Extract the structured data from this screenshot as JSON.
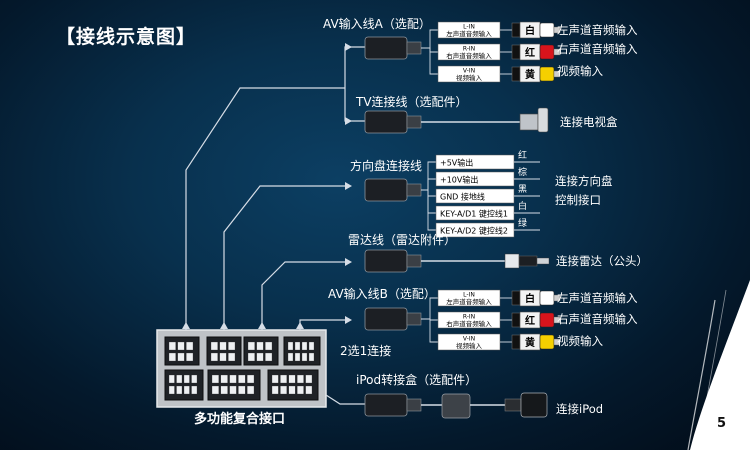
{
  "title": "【接线示意图】",
  "page_number": "5",
  "main_connector": {
    "label": "多功能复合接口"
  },
  "harness_labels": {
    "av_a": "AV输入线A（选配）",
    "tv": "TV连接线（选配件）",
    "steering": "方向盘连接线",
    "radar": "雷达线（雷达附件）",
    "av_b": "AV输入线B（选配）",
    "ipod": "iPod转接盒（选配件）",
    "choose": "2选1连接"
  },
  "av_a_plugs": [
    {
      "tag1": "L-IN",
      "tag2": "左声道音频输入",
      "color_name": "白",
      "color": "#ffffff",
      "dest": "左声道音频输入"
    },
    {
      "tag1": "R-IN",
      "tag2": "右声道音频输入",
      "color_name": "红",
      "color": "#d8141c",
      "dest": "右声道音频输入"
    },
    {
      "tag1": "V-IN",
      "tag2": "视频输入",
      "color_name": "黄",
      "color": "#f5d000",
      "dest": "视频输入"
    }
  ],
  "av_b_plugs": [
    {
      "tag1": "L-IN",
      "tag2": "左声道音频输入",
      "color_name": "白",
      "color": "#ffffff",
      "dest": "左声道音频输入"
    },
    {
      "tag1": "R-IN",
      "tag2": "右声道音频输入",
      "color_name": "红",
      "color": "#d8141c",
      "dest": "右声道音频输入"
    },
    {
      "tag1": "V-IN",
      "tag2": "视频输入",
      "color_name": "黄",
      "color": "#f5d000",
      "dest": "视频输入"
    }
  ],
  "tv_dest": "连接电视盒",
  "radar_dest": "连接雷达（公头）",
  "ipod_dest": "连接iPod",
  "steering_wires": [
    {
      "tag": "+5V输出",
      "color_name": "红"
    },
    {
      "tag": "+10V输出",
      "color_name": "棕"
    },
    {
      "tag": "GND 接地线",
      "color_name": "黑"
    },
    {
      "tag": "KEY-A/D1 键控线1",
      "color_name": "白"
    },
    {
      "tag": "KEY-A/D2 键控线2",
      "color_name": "绿"
    }
  ],
  "steering_dest": [
    "连接方向盘",
    "控制接口"
  ],
  "colors": {
    "wire": "#d6dde6",
    "box_fill": "#22252a",
    "panel_fill": "#bfc3c7"
  }
}
